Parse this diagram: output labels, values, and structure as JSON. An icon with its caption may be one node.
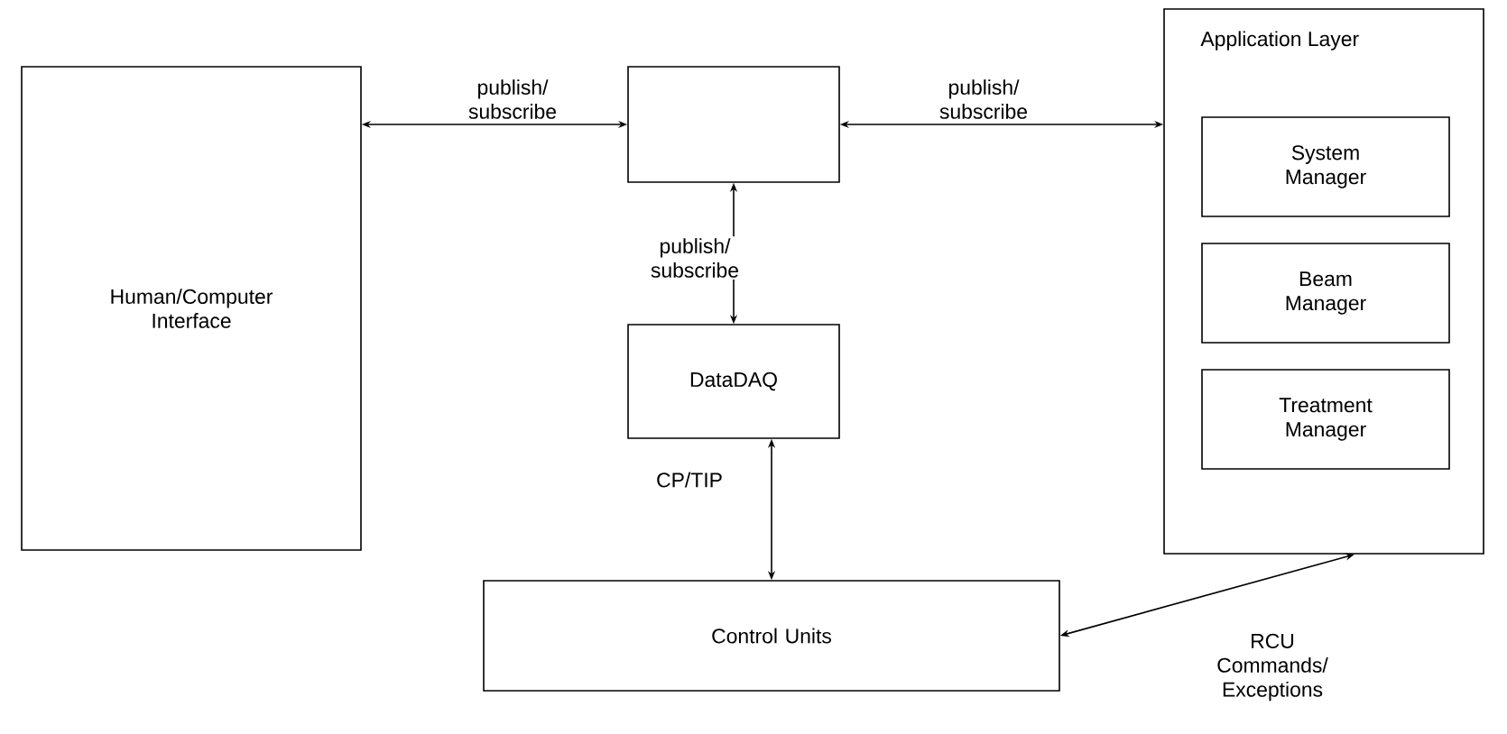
{
  "diagram": {
    "nodes": [
      {
        "text": [
          "Human/Computer Interface"
        ]
      },
      {
        "text": [],
        "shape": "box"
      },
      {
        "text": [
          "DataDAQ"
        ]
      },
      {
        "text": [
          "Application Layer"
        ]
      },
      {
        "text": [
          "System Manager"
        ],
        "in": 3
      },
      {
        "text": [
          "Beam Manager"
        ],
        "in": 3
      },
      {
        "text": [
          "Treatment Manager"
        ],
        "in": 3
      },
      {
        "text": [
          "Control Units"
        ]
      }
    ],
    "edges": [
      {
        "from": 0,
        "to": 1,
        "arrow": "both",
        "label": "publish/ subscribe"
      },
      {
        "from": 1,
        "to": 3,
        "arrow": "both",
        "label": "publish/ subscribe"
      },
      {
        "from": 1,
        "to": 2,
        "arrow": "both",
        "label": "publish/ subscribe"
      },
      {
        "from": 2,
        "to": 7,
        "arrow": "both",
        "label": "CP/TIP"
      },
      {
        "from": 7,
        "to": 3,
        "arrow": "both",
        "label": "RCU Commands/ Exceptions"
      }
    ]
  }
}
